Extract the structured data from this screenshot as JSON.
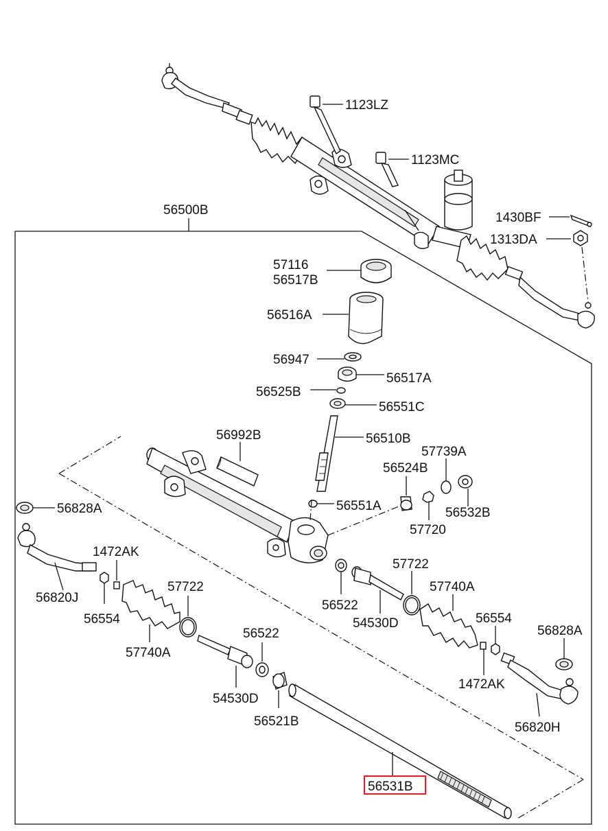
{
  "diagram": {
    "highlight_color": "#e11d1d",
    "line_color": "#111111",
    "labels": {
      "p1123LZ": "1123LZ",
      "p1123MC": "1123MC",
      "p56500B": "56500B",
      "p1430BF": "1430BF",
      "p1313DA": "1313DA",
      "p57116": "57116",
      "p56517B": "56517B",
      "p56516A": "56516A",
      "p56947": "56947",
      "p56517A": "56517A",
      "p56525B": "56525B",
      "p56551C": "56551C",
      "p56992B": "56992B",
      "p56510B": "56510B",
      "p57739A": "57739A",
      "p56524B": "56524B",
      "p56551A": "56551A",
      "p56532B": "56532B",
      "p57720": "57720",
      "p56828A_left": "56828A",
      "p1472AK_left": "1472AK",
      "p56820J": "56820J",
      "p56554_left": "56554",
      "p57722_left": "57722",
      "p57740A_left": "57740A",
      "p56522_left": "56522",
      "p54530D_left": "54530D",
      "p56521B": "56521B",
      "p57722_right": "57722",
      "p57740A_right": "57740A",
      "p56522_right": "56522",
      "p54530D_right": "54530D",
      "p56554_right": "56554",
      "p56828A_right": "56828A",
      "p1472AK_right": "1472AK",
      "p56820H": "56820H",
      "p56531B": "56531B"
    }
  }
}
